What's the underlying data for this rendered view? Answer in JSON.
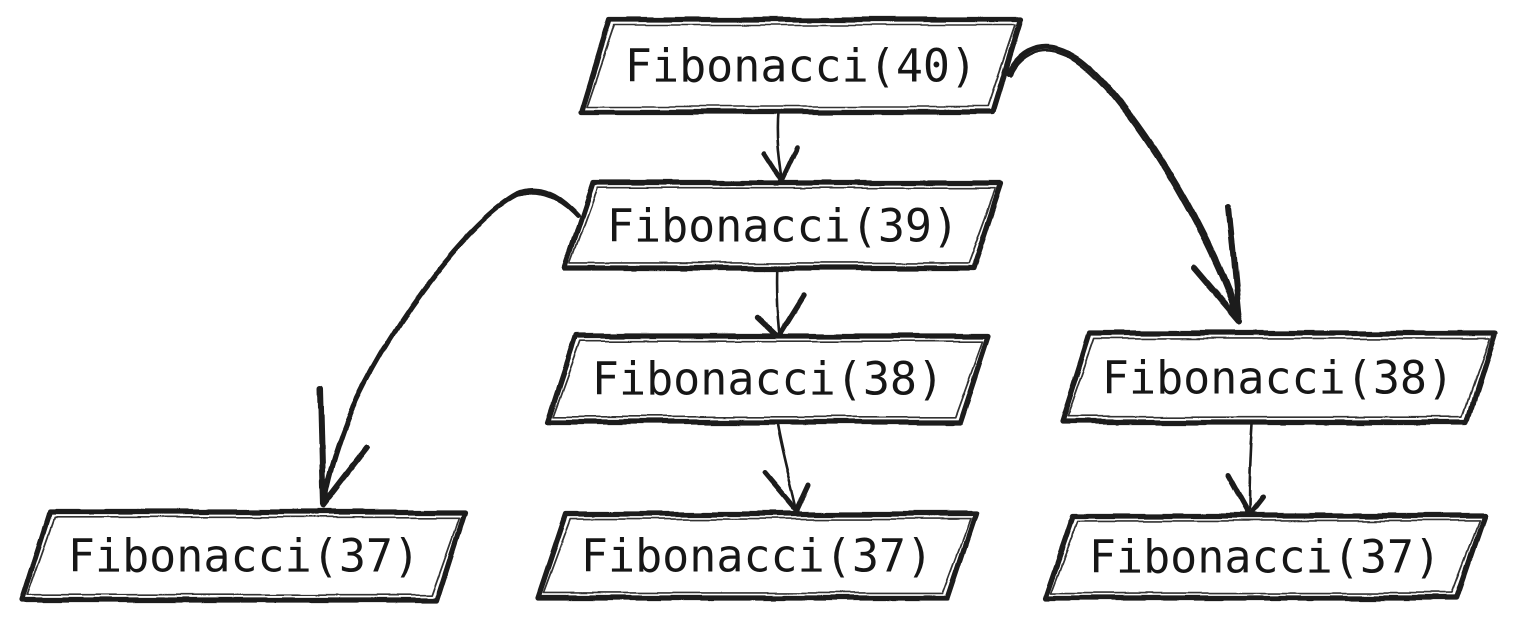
{
  "diagram": {
    "description": "Fibonacci recursive call tree",
    "background_color": "#ffffff",
    "ink_color": "#1c1c1c",
    "nodes": [
      {
        "id": "fibonacci-40",
        "label": "Fibonacci(40)",
        "shape": "parallelogram"
      },
      {
        "id": "fibonacci-39",
        "label": "Fibonacci(39)",
        "shape": "parallelogram"
      },
      {
        "id": "fibonacci-38-middle",
        "label": "Fibonacci(38)",
        "shape": "parallelogram"
      },
      {
        "id": "fibonacci-38-right",
        "label": "Fibonacci(38)",
        "shape": "parallelogram"
      },
      {
        "id": "fibonacci-37-left",
        "label": "Fibonacci(37)",
        "shape": "parallelogram"
      },
      {
        "id": "fibonacci-37-middle",
        "label": "Fibonacci(37)",
        "shape": "parallelogram"
      },
      {
        "id": "fibonacci-37-right",
        "label": "Fibonacci(37)",
        "shape": "parallelogram"
      }
    ],
    "edges": [
      {
        "from": "fibonacci-40",
        "to": "fibonacci-39",
        "style": "straight-arrow"
      },
      {
        "from": "fibonacci-40",
        "to": "fibonacci-38-right",
        "style": "curved-arrow"
      },
      {
        "from": "fibonacci-39",
        "to": "fibonacci-38-middle",
        "style": "straight-arrow"
      },
      {
        "from": "fibonacci-39",
        "to": "fibonacci-37-left",
        "style": "curved-arrow"
      },
      {
        "from": "fibonacci-38-middle",
        "to": "fibonacci-37-middle",
        "style": "straight-arrow"
      },
      {
        "from": "fibonacci-38-right",
        "to": "fibonacci-37-right",
        "style": "straight-arrow"
      }
    ]
  }
}
